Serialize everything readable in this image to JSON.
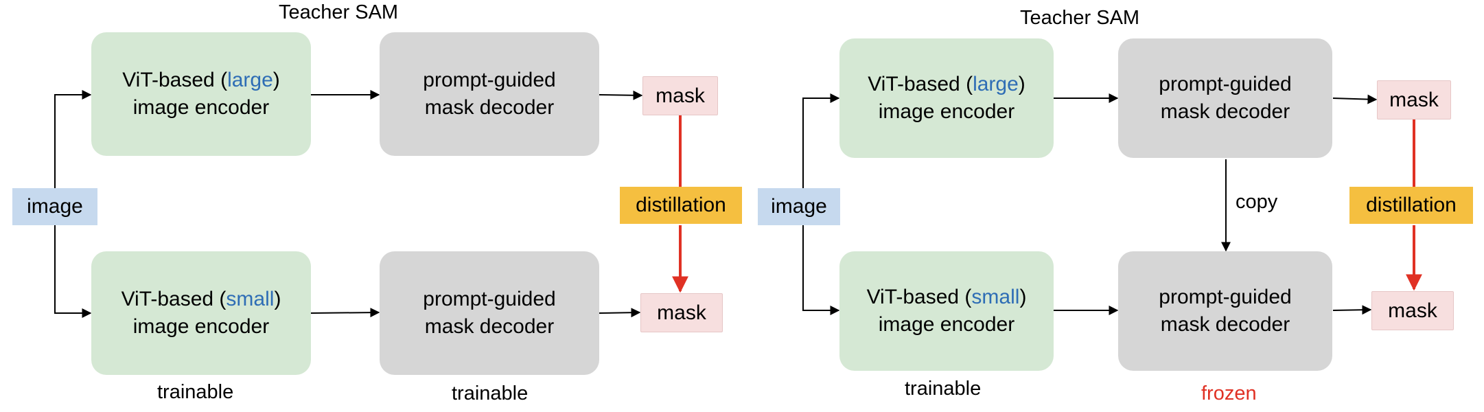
{
  "left": {
    "title": "Teacher SAM",
    "input_label": "image",
    "teacher_encoder": {
      "prefix": "ViT-based (",
      "size": "large",
      "suffix": ")",
      "line2": "image encoder"
    },
    "teacher_decoder": {
      "line1": "prompt-guided",
      "line2": "mask decoder"
    },
    "teacher_mask": "mask",
    "student_encoder": {
      "prefix": "ViT-based (",
      "size": "small",
      "suffix": ")",
      "line2": "image encoder"
    },
    "student_decoder": {
      "line1": "prompt-guided",
      "line2": "mask decoder"
    },
    "student_mask": "mask",
    "distillation": "distillation",
    "encoder_state": "trainable",
    "decoder_state": "trainable"
  },
  "right": {
    "title": "Teacher SAM",
    "input_label": "image",
    "teacher_encoder": {
      "prefix": "ViT-based (",
      "size": "large",
      "suffix": ")",
      "line2": "image encoder"
    },
    "teacher_decoder": {
      "line1": "prompt-guided",
      "line2": "mask decoder"
    },
    "teacher_mask": "mask",
    "student_encoder": {
      "prefix": "ViT-based (",
      "size": "small",
      "suffix": ")",
      "line2": "image encoder"
    },
    "student_decoder": {
      "line1": "prompt-guided",
      "line2": "mask decoder"
    },
    "student_mask": "mask",
    "copy_label": "copy",
    "distillation": "distillation",
    "encoder_state": "trainable",
    "decoder_state": "frozen"
  },
  "colors": {
    "encoder_fill": "#d5e8d4",
    "decoder_fill": "#d6d6d6",
    "mask_fill": "#f7dfdf",
    "image_fill": "#c6d9ee",
    "distillation_fill": "#f5bf40",
    "size_text": "#2e6db5",
    "distill_arrow": "#e03124",
    "frozen_text": "#e03124"
  }
}
